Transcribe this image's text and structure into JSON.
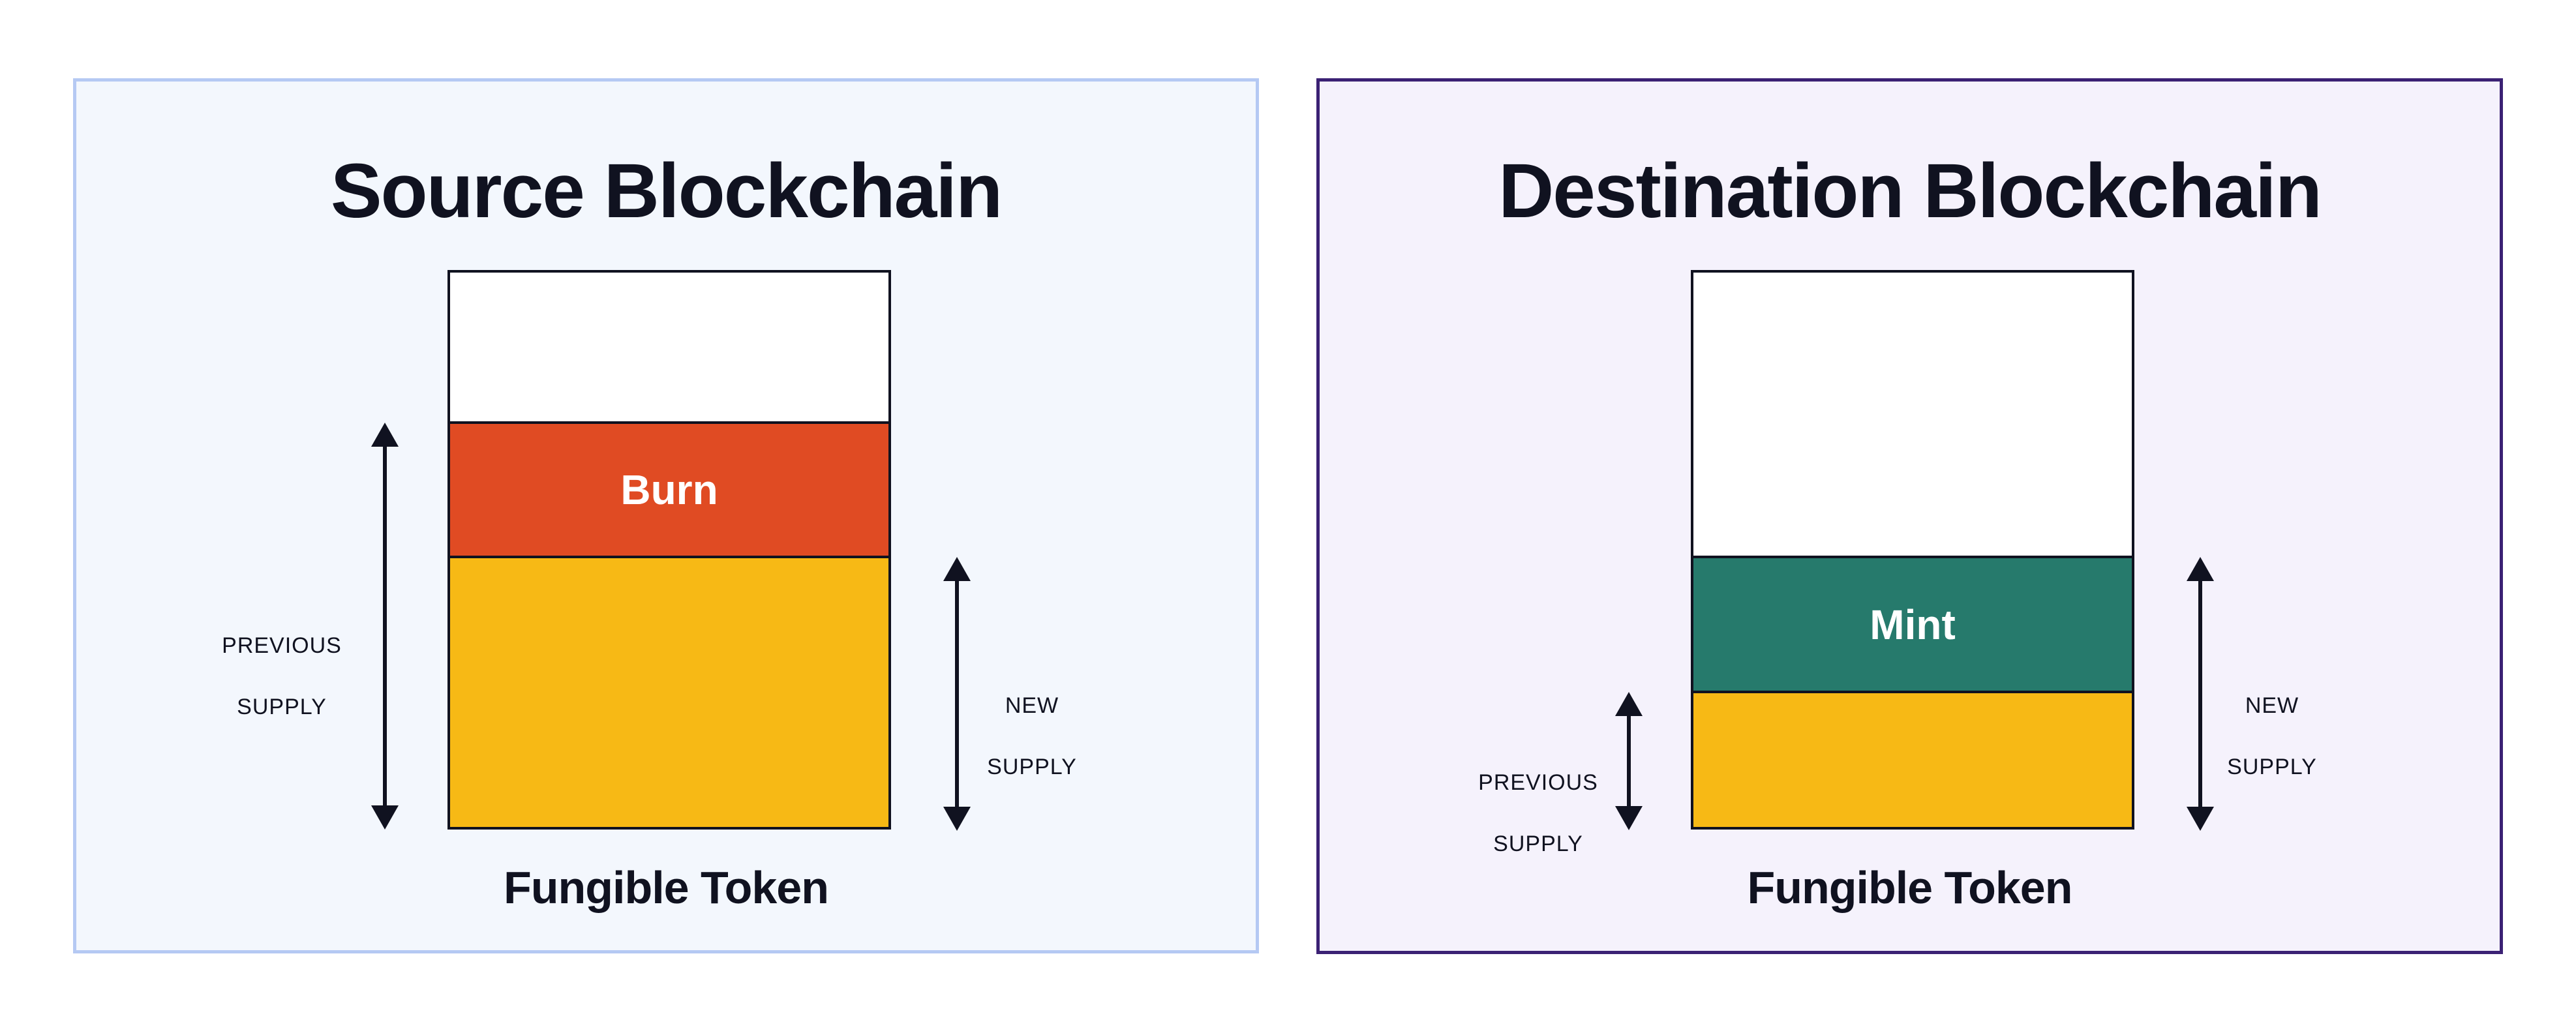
{
  "colors": {
    "ink": "#101220",
    "supply_yellow": "#F7B915",
    "burn_orange": "#E04B23",
    "mint_teal": "#267A6C",
    "bar_empty_white": "#FFFFFF",
    "source_panel_bg": "#F3F7FD",
    "source_panel_border": "#B5C9F3",
    "destination_panel_bg": "#F5F2FC",
    "destination_panel_border": "#3B2174",
    "segment_label_text": "#FFFFFF"
  },
  "panels": {
    "source": {
      "title": "Source Blockchain",
      "caption": "Fungible Token",
      "segments": {
        "empty": {
          "name": "unallocated",
          "label": "",
          "color": "#FFFFFF"
        },
        "mid": {
          "name": "burn",
          "label": "Burn",
          "color": "#E04B23"
        },
        "bottom": {
          "name": "remaining-supply",
          "label": "",
          "color": "#F7B915"
        }
      },
      "left_annotation": {
        "line1": "PREVIOUS",
        "line2": "SUPPLY"
      },
      "right_annotation": {
        "line1": "NEW",
        "line2": "SUPPLY"
      }
    },
    "destination": {
      "title": "Destination Blockchain",
      "caption": "Fungible Token",
      "segments": {
        "empty": {
          "name": "unallocated",
          "label": "",
          "color": "#FFFFFF"
        },
        "mid": {
          "name": "mint",
          "label": "Mint",
          "color": "#267A6C"
        },
        "bottom": {
          "name": "previous-supply",
          "label": "",
          "color": "#F7B915"
        }
      },
      "left_annotation": {
        "line1": "PREVIOUS",
        "line2": "SUPPLY"
      },
      "right_annotation": {
        "line1": "NEW",
        "line2": "SUPPLY"
      }
    }
  }
}
